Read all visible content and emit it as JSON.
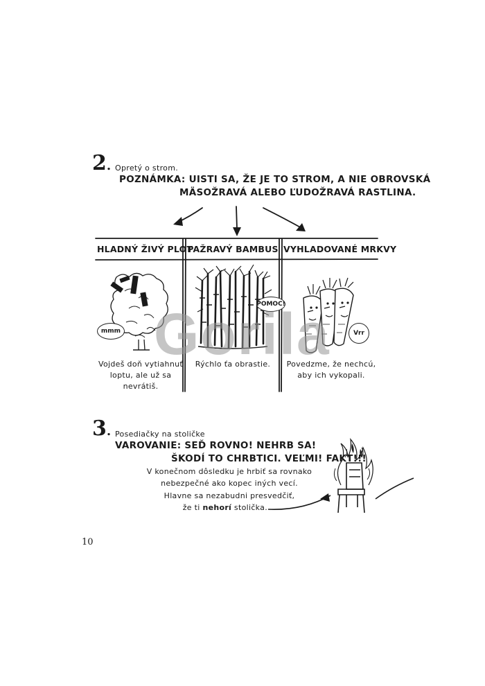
{
  "section2": {
    "number": "2",
    "heading": "Opretý o strom.",
    "note_line1": "POZNÁMKA: UISTI SA, ŽE JE TO STROM, A NIE OBROVSKÁ",
    "note_line2": "MÄSOŽRAVÁ ALEBO ĽUDOŽRAVÁ RASTLINA.",
    "columns": [
      {
        "title": "HLADNÝ ŽIVÝ PLOT",
        "bubble": "mmm",
        "caption_line1": "Vojdeš doň vytiahnuť",
        "caption_line2": "loptu, ale už sa",
        "caption_line3": "nevrátiš."
      },
      {
        "title": "PAŽRAVÝ BAMBUS",
        "bubble": "POMOC!",
        "caption_line1": "Rýchlo ťa obrastie."
      },
      {
        "title": "VYHLADOVANÉ MRKVY",
        "bubble": "Vrr",
        "caption_line1": "Povedzme, že nechcú,",
        "caption_line2": "aby ich vykopali."
      }
    ]
  },
  "section3": {
    "number": "3",
    "heading": "Posediačky na stoličke",
    "warning_line1": "VAROVANIE: SEĎ ROVNO! NEHRB SA!",
    "warning_line2": "ŠKODÍ TO CHRBTICI.  VEĽMI! FAKT!!!",
    "body_line1": "V konečnom dôsledku je hrbiť sa rovnako",
    "body_line2": "nebezpečné ako kopec iných vecí.",
    "body_line3": "Hlavne sa nezabudni presvedčiť,",
    "body_line4_pre": "že ti ",
    "body_line4_emph": "nehorí",
    "body_line4_post": " stolička."
  },
  "watermark": "Gorila",
  "page_number": "10"
}
